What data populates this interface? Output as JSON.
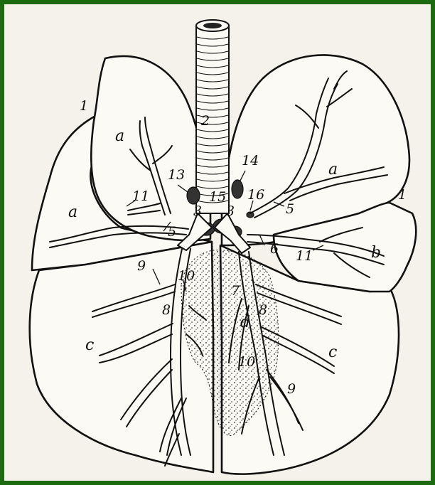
{
  "colors": {
    "frame": "#1d6b10",
    "paper": "#f4f2ea",
    "ink": "#111111"
  },
  "labels": {
    "l1_left": "1",
    "l1_right": "1",
    "l2": "2",
    "l3_left": "3",
    "l3_right": "3",
    "l5_left": "5",
    "l5_right": "5",
    "l6": "6",
    "l7": "7",
    "l8_left": "8",
    "l8_right": "8",
    "l9_left": "9",
    "l9_right": "9",
    "l10_left": "10",
    "l10_right": "10",
    "l11_left": "11",
    "l11_right": "11",
    "l13": "13",
    "l14": "14",
    "l15": "15",
    "l16": "16",
    "a_upper_left": "a",
    "a_outer_left": "a",
    "a_right": "a",
    "b": "b",
    "c_left": "c",
    "c_right": "c",
    "d": "d"
  }
}
